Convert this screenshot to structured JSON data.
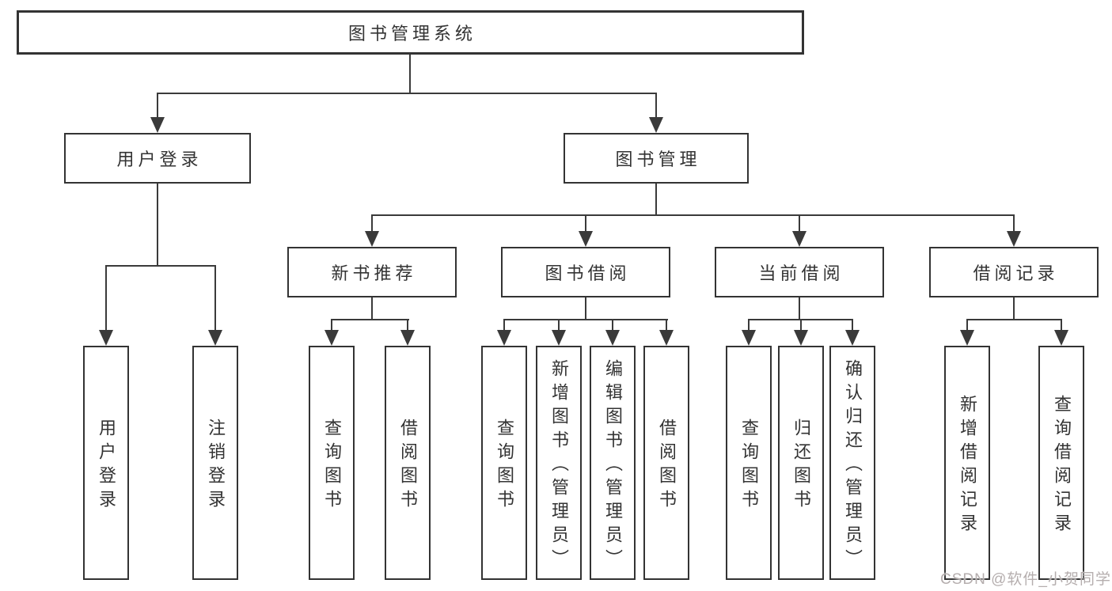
{
  "tree": {
    "root": {
      "label": "图书管理系统"
    },
    "branches": [
      {
        "label": "用户登录",
        "children": [
          {
            "label": "用户登录"
          },
          {
            "label": "注销登录"
          }
        ]
      },
      {
        "label": "图书管理",
        "children": [
          {
            "label": "新书推荐",
            "children": [
              {
                "label": "查询图书"
              },
              {
                "label": "借阅图书"
              }
            ]
          },
          {
            "label": "图书借阅",
            "children": [
              {
                "label": "查询图书"
              },
              {
                "label": "新增图书（管理员）"
              },
              {
                "label": "编辑图书（管理员）"
              },
              {
                "label": "借阅图书"
              }
            ]
          },
          {
            "label": "当前借阅",
            "children": [
              {
                "label": "查询图书"
              },
              {
                "label": "归还图书"
              },
              {
                "label": "确认归还（管理员）"
              }
            ]
          },
          {
            "label": "借阅记录",
            "children": [
              {
                "label": "新增借阅记录"
              },
              {
                "label": "查询借阅记录"
              }
            ]
          }
        ]
      }
    ]
  },
  "watermark": {
    "text": "CSDN @软件_小贺同学"
  },
  "colors": {
    "line": "#3a3a3a",
    "box_border": "#333333",
    "text": "#333333",
    "watermark": "#b5aeae",
    "background": "#ffffff"
  }
}
